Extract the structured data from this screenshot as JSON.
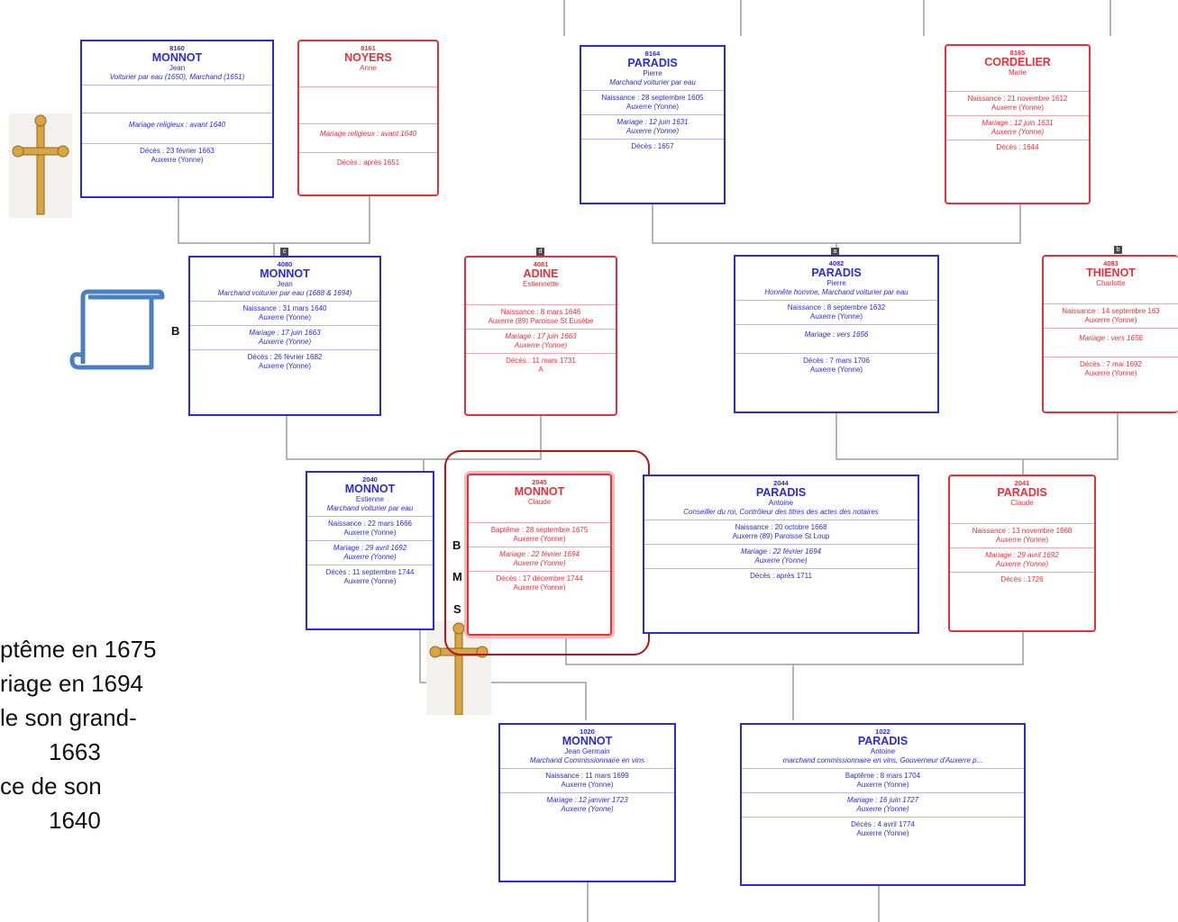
{
  "side_text": [
    "ptême en 1675",
    "riage en 1694",
    "le son grand-",
    "1663",
    "ce de son",
    "1640"
  ],
  "bms": [
    "B",
    "M",
    "S"
  ],
  "label_b": "B",
  "tags": {
    "c": "c",
    "d": "d",
    "a": "a",
    "b": "b"
  },
  "colors": {
    "male": "#2b2bd6",
    "female": "#e8303a",
    "highlight": "#b01818"
  },
  "cards": {
    "p8160": {
      "num": "8160",
      "name": "MONNOT",
      "first": "Jean",
      "occ": "Voiturier par eau (1650), Marchand (1651)",
      "mar": "Mariage religieux : avant 1640",
      "death1": "Décès : 23 février 1663",
      "death2": "Auxerre (Yonne)"
    },
    "p8161": {
      "num": "8161",
      "name": "NOYERS",
      "first": "Anne",
      "mar": "Mariage religieux : avant 1640",
      "death1": "Décès : après 1651"
    },
    "p8164": {
      "num": "8164",
      "name": "PARADIS",
      "first": "Pierre",
      "occ": "Marchand voiturier par eau",
      "birth1": "Naissance : 28 septembre 1605",
      "birth2": "Auxerre (Yonne)",
      "mar1": "Mariage : 12 juin 1631",
      "mar2": "Auxerre (Yonne)",
      "death1": "Décès : 1657"
    },
    "p8165": {
      "num": "8165",
      "name": "CORDELIER",
      "first": "Marie",
      "birth1": "Naissance : 21 novembre 1612",
      "birth2": "Auxerre (Yonne)",
      "mar1": "Mariage : 12 juin 1631",
      "mar2": "Auxerre (Yonne)",
      "death1": "Décès : 1644"
    },
    "p4080": {
      "num": "4080",
      "name": "MONNOT",
      "first": "Jean",
      "occ": "Marchand voiturier par eau (1688 & 1694)",
      "birth1": "Naissance : 31 mars 1640",
      "birth2": "Auxerre (Yonne)",
      "mar1": "Mariage : 17 juin 1663",
      "mar2": "Auxerre (Yonne)",
      "death1": "Décès : 26 février 1682",
      "death2": "Auxerre (Yonne)"
    },
    "p4081": {
      "num": "4081",
      "name": "ADINE",
      "first": "Estiennette",
      "birth1": "Naissance : 8 mars 1646",
      "birth2": "Auxerre (89) Paroisse St Eusèbe",
      "mar1": "Mariage : 17 juin 1663",
      "mar2": "Auxerre (Yonne)",
      "death1": "Décès : 11 mars 1731",
      "death2": "A"
    },
    "p4082": {
      "num": "4082",
      "name": "PARADIS",
      "first": "Pierre",
      "occ": "Honnête homme, Marchand voiturier par eau",
      "birth1": "Naissance : 8 septembre 1632",
      "birth2": "Auxerre (Yonne)",
      "mar1": "Mariage : vers 1656",
      "death1": "Décès : 7 mars 1706",
      "death2": "Auxerre (Yonne)"
    },
    "p4083": {
      "num": "4083",
      "name": "THIENOT",
      "first": "Charlotte",
      "birth1": "Naissance : 14 septembre 163",
      "birth2": "Auxerre (Yonne)",
      "mar1": "Mariage : vers 1656",
      "death1": "Décès : 7 mai 1692",
      "death2": "Auxerre (Yonne)"
    },
    "p2040": {
      "num": "2040",
      "name": "MONNOT",
      "first": "Estienne",
      "occ": "Marchand voiturier par eau",
      "birth1": "Naissance : 22 mars 1666",
      "birth2": "Auxerre (Yonne)",
      "mar1": "Mariage : 29 avril 1692",
      "mar2": "Auxerre (Yonne)",
      "death1": "Décès : 11 septembre 1744",
      "death2": "Auxerre (Yonne)"
    },
    "p2045": {
      "num": "2045",
      "name": "MONNOT",
      "first": "Claude",
      "birth1": "Baptême : 28 septembre 1675",
      "birth2": "Auxerre (Yonne)",
      "mar1": "Mariage : 22 février 1694",
      "mar2": "Auxerre (Yonne)",
      "death1": "Décès : 17 décembre 1744",
      "death2": "Auxerre (Yonne)"
    },
    "p2044": {
      "num": "2044",
      "name": "PARADIS",
      "first": "Antoine",
      "occ": "Conseiller du roi, Contrôleur des titres des actes des notaires",
      "birth1": "Naissance : 20 octobre 1668",
      "birth2": "Auxerre (89) Paroisse St Loup",
      "mar1": "Mariage : 22 février 1694",
      "mar2": "Auxerre (Yonne)",
      "death1": "Décès : après 1711"
    },
    "p2041": {
      "num": "2041",
      "name": "PARADIS",
      "first": "Claude",
      "birth1": "Naissance : 13 novembre 1668",
      "birth2": "Auxerre (Yonne)",
      "mar1": "Mariage : 29 avril 1692",
      "mar2": "Auxerre (Yonne)",
      "death1": "Décès : 1726"
    },
    "p1020": {
      "num": "1020",
      "name": "MONNOT",
      "first": "Jean Germain",
      "occ": "Marchand Commissionnaire en vins",
      "birth1": "Naissance : 11 mars 1699",
      "birth2": "Auxerre (Yonne)",
      "mar1": "Mariage : 12 janvier 1723",
      "mar2": "Auxerre (Yonne)"
    },
    "p1022": {
      "num": "1022",
      "name": "PARADIS",
      "first": "Antoine",
      "occ": "marchand commissionnaire en vins, Gouverneur d'Auxerre p...",
      "birth1": "Baptême : 8 mars 1704",
      "birth2": "Auxerre (Yonne)",
      "mar1": "Mariage : 16 juin 1727",
      "mar2": "Auxerre (Yonne)",
      "death1": "Décès : 4 avril 1774",
      "death2": "Auxerre (Yonne)"
    }
  }
}
